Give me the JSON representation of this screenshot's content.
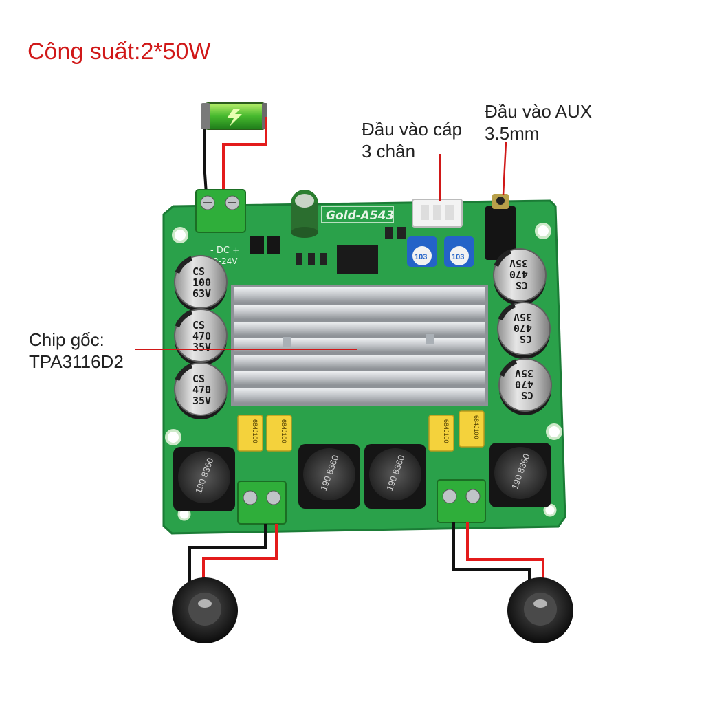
{
  "title": "Công suất:2*50W",
  "annotations": {
    "cable_input": [
      "Đầu vào cáp",
      "3 chân"
    ],
    "aux_input": [
      "Đầu vào AUX",
      "3.5mm"
    ],
    "chip": [
      "Chip gốc:",
      "TPA3116D2"
    ]
  },
  "board": {
    "model": "Gold-A543",
    "power_silk": "- DC +",
    "power_range": "8-24V",
    "pot_marking": "103"
  },
  "capacitors": {
    "big": [
      "CS",
      "100",
      "63V"
    ],
    "mid": [
      "CS",
      "470",
      "35V"
    ]
  },
  "film_cap_marking": "684J100",
  "inductor_marking": "190 8360",
  "colors": {
    "pcb": "#2aa14a",
    "title_red": "#d01818",
    "wire_red": "#e31b1b",
    "terminal_green": "#2fae3a",
    "heatsink": "#c8cacd",
    "pot_blue": "#2463c8"
  }
}
